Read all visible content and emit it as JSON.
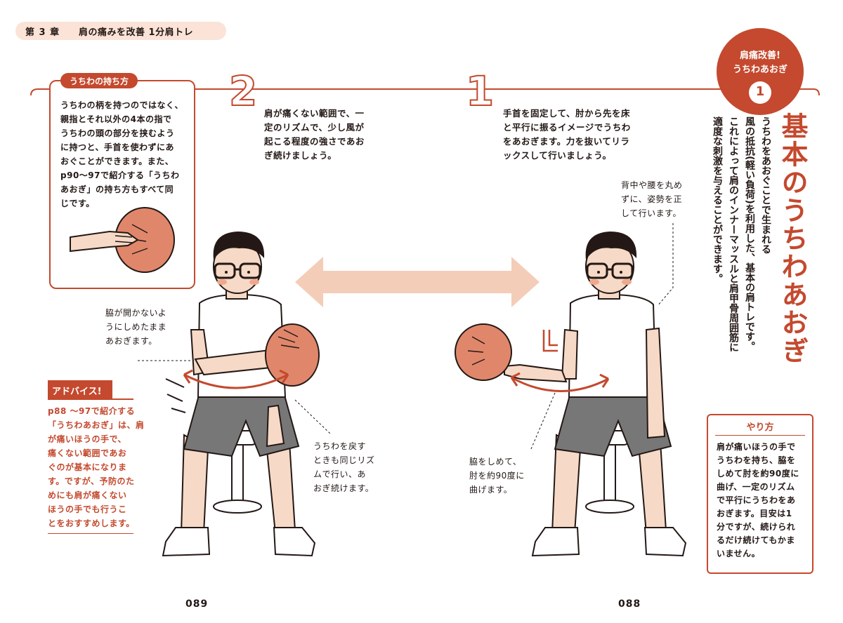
{
  "header": {
    "chapter": "第 3 章",
    "title": "肩の痛みを改善 1分肩トレ"
  },
  "right_page": {
    "badge": {
      "line1": "肩痛改善!",
      "line2": "うちわあおぎ",
      "number": "1"
    },
    "title": "基本のうちわあおぎ",
    "intro_lines": [
      "うちわをあおぐことで生まれる",
      "風の抵抗(軽い負荷)を利用した、基本の肩トレです。",
      "これによって肩のインナーマッスルと肩甲骨周囲筋に",
      "適度な刺激を与えることができます。"
    ],
    "step1": {
      "number": "1",
      "text": "手首を固定して、肘から先を床\nと平行に振るイメージでうちわ\nをあおぎます。力を抜いてリラ\nックスして行いましょう。"
    },
    "note_posture": "背中や腰を丸め\nずに、姿勢を正\nして行います。",
    "note_elbow": "脇をしめて、\n肘を約90度に\n曲げます。",
    "howto": {
      "title": "やり方",
      "text": "肩が痛いほうの手で\nうちわを持ち、脇を\nしめて肘を約90度に\n曲げ、一定のリズム\nで平行にうちわをあ\nおぎます。目安は1\n分ですが、続けられ\nるだけ続けてもかま\nいません。"
    },
    "page_number": "088"
  },
  "left_page": {
    "holding": {
      "title": "うちわの持ち方",
      "text": "うちわの柄を持つのではなく、\n親指とそれ以外の4本の指で\nうちわの頭の部分を挟むよう\nに持つと、手首を使わずにあ\nおぐことができます。また、\np90～97で紹介する「うちわ\nあおぎ」の持ち方もすべて同\nじです。"
    },
    "step2": {
      "number": "2",
      "text": "肩が痛くない範囲で、一\n定のリズムで、少し風が\n起こる程度の強さであお\nぎ続けましょう。"
    },
    "note_armpit": "脇が開かないよ\nうにしめたまま\nあおぎます。",
    "note_return": "うちわを戻す\nときも同じリズ\nムで行い、あ\nおぎ続けます。",
    "advice": {
      "title": "アドバイス!",
      "text": "p88 ～97で紹介する\n「うちわあおぎ」は、肩\nが痛いほうの手で、\n痛くない範囲であお\nぐのが基本になりま\nす。ですが、予防のた\nめにも肩が痛くない\nほうの手でも行うこ\nとをおすすめします。"
    },
    "page_number": "089"
  },
  "colors": {
    "accent": "#c4492e",
    "peach": "#f4cdb8",
    "fan": "#e0876b",
    "skin": "#f6d9c6",
    "shorts": "#777777"
  }
}
